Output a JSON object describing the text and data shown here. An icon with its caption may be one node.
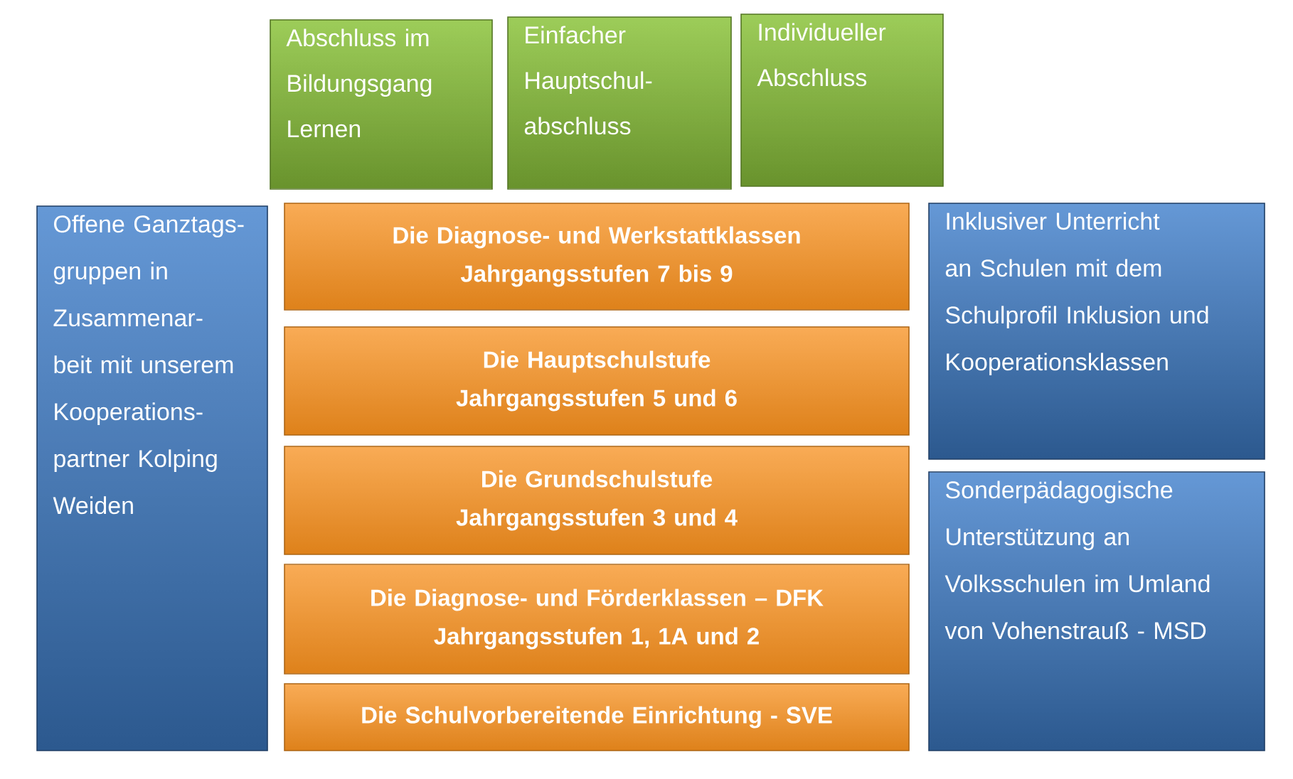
{
  "diagram": {
    "nodes": [
      {
        "text": [
          "Abschluss im Bildungsgang Lernen"
        ]
      },
      {
        "text": [
          "Einfacher Hauptschul- abschluss"
        ]
      },
      {
        "text": [
          "Individueller Abschluss"
        ]
      },
      {
        "text": [
          "Offene Ganztags- gruppen in Zusammenar- beit mit unserem Kooperations- partner Kolping Weiden"
        ]
      },
      {
        "text": [
          "Die Diagnose- und Werkstattklassen",
          "Jahrgangsstufen 7 bis 9"
        ]
      },
      {
        "text": [
          "Die Hauptschulstufe",
          "Jahrgangsstufen 5 und 6"
        ]
      },
      {
        "text": [
          "Die Grundschulstufe",
          "Jahrgangsstufen 3 und 4"
        ]
      },
      {
        "text": [
          "Die Diagnose- und Förderklassen – DFK",
          "Jahrgangsstufen 1, 1A und 2"
        ]
      },
      {
        "text": [
          "Die Schulvorbereitende Einrichtung - SVE"
        ]
      },
      {
        "text": [
          "Inklusiver Unterricht an Schulen mit dem Schulprofil Inklusion und Kooperationsklassen"
        ]
      },
      {
        "text": [
          "Sonderpädagogische Unterstützung an Volksschulen im Umland von Vohenstrauß - MSD"
        ]
      }
    ]
  }
}
